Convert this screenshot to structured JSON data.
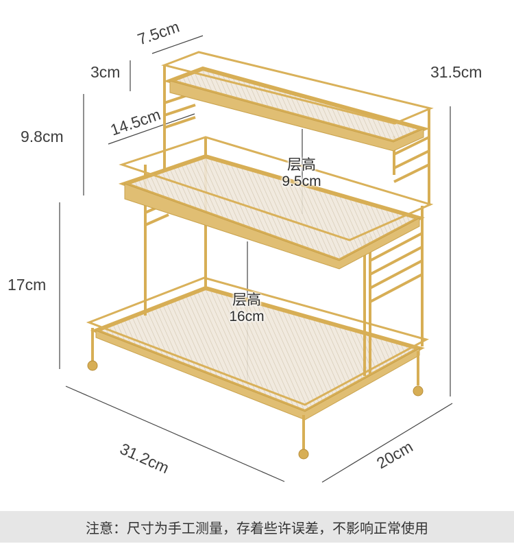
{
  "dimensions": {
    "top_depth": "7.5cm",
    "top_rim_height": "3cm",
    "middle_depth": "14.5cm",
    "upper_height": "9.8cm",
    "total_height": "31.5cm",
    "lower_height": "17cm",
    "width": "31.2cm",
    "depth": "20cm"
  },
  "layer_heights": {
    "upper": {
      "label": "层高",
      "value": "9.5cm"
    },
    "lower": {
      "label": "层高",
      "value": "16cm"
    }
  },
  "footer_note": "注意：尺寸为手工测量，存着些许误差，不影响正常使用",
  "colors": {
    "gold": "#d7ae55",
    "gold_dark": "#b88e3a",
    "shelf_fill": "#eee5d2",
    "dimension_line": "#444444",
    "note_background": "#e6e6e6"
  }
}
